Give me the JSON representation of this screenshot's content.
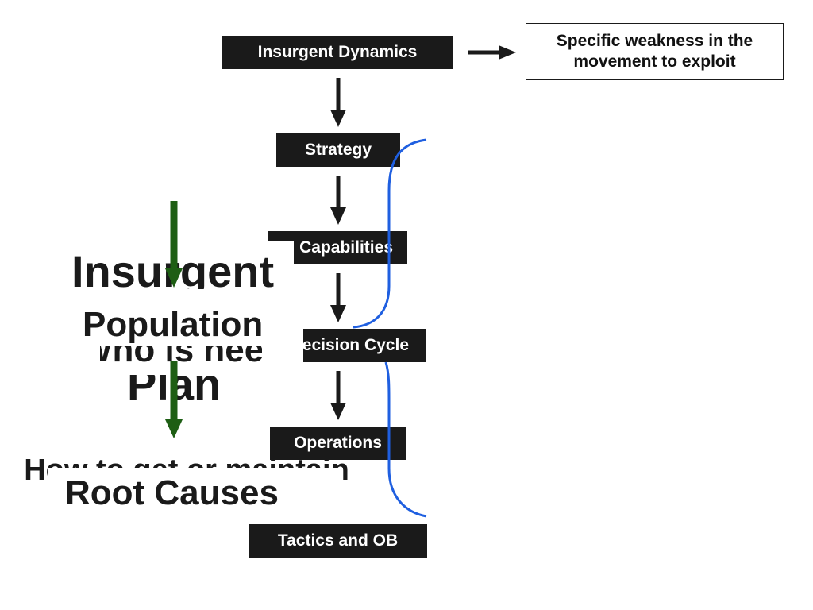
{
  "flow": {
    "insurgent_dynamics": "Insurgent Dynamics",
    "strategy": "Strategy",
    "capabilities": "Capabilities",
    "decision_cycle": "Decision Cycle",
    "operations": "Operations",
    "tactics_ob": "Tactics and OB"
  },
  "callout": {
    "text": "Specific weakness in the movement to exploit"
  },
  "left_stack": {
    "insurgent": "Insurgent",
    "plan": "Plan",
    "who_needed": "Who is needed?",
    "population": "Population",
    "how_to_get": "How to get or maintain population?",
    "root_causes": "Root Causes"
  },
  "colors": {
    "node_fill": "#1a1a1a",
    "node_text": "#ffffff",
    "arrow_black": "#1a1a1a",
    "arrow_green": "#1e5e14",
    "bracket_blue": "#1f5fe0"
  }
}
